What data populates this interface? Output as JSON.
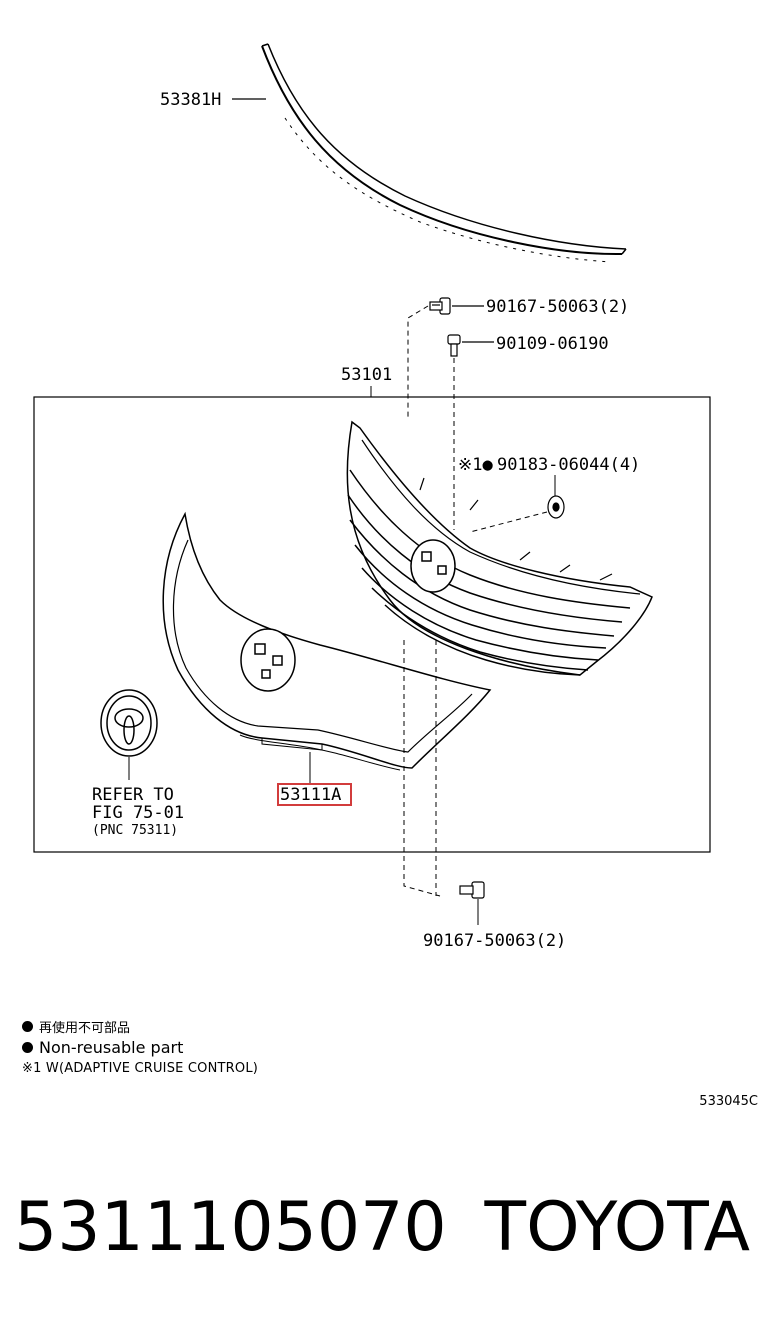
{
  "diagram": {
    "parts": {
      "molding": "53381H",
      "bolt_top": "90167-50063(2)",
      "clip": "90109-06190",
      "grille_assy": "53101",
      "nut": "90183-06044(4)",
      "nut_prefix": "※1●",
      "grille_sub": "53111A",
      "bolt_bottom": "90167-50063(2)"
    },
    "emblem_refer": {
      "line1": "REFER TO",
      "line2": "FIG 75-01",
      "line3": "(PNC 75311)"
    },
    "highlight_color": "#d23c3c"
  },
  "legend": {
    "nonreusable_jp": "再使用不可部品",
    "nonreusable_en": "Non-reusable part",
    "note1": "※1 W(ADAPTIVE CRUISE CONTROL)"
  },
  "figure_code": "533045C",
  "footer": {
    "part_number": "5311105070",
    "brand": "TOYOTA"
  }
}
